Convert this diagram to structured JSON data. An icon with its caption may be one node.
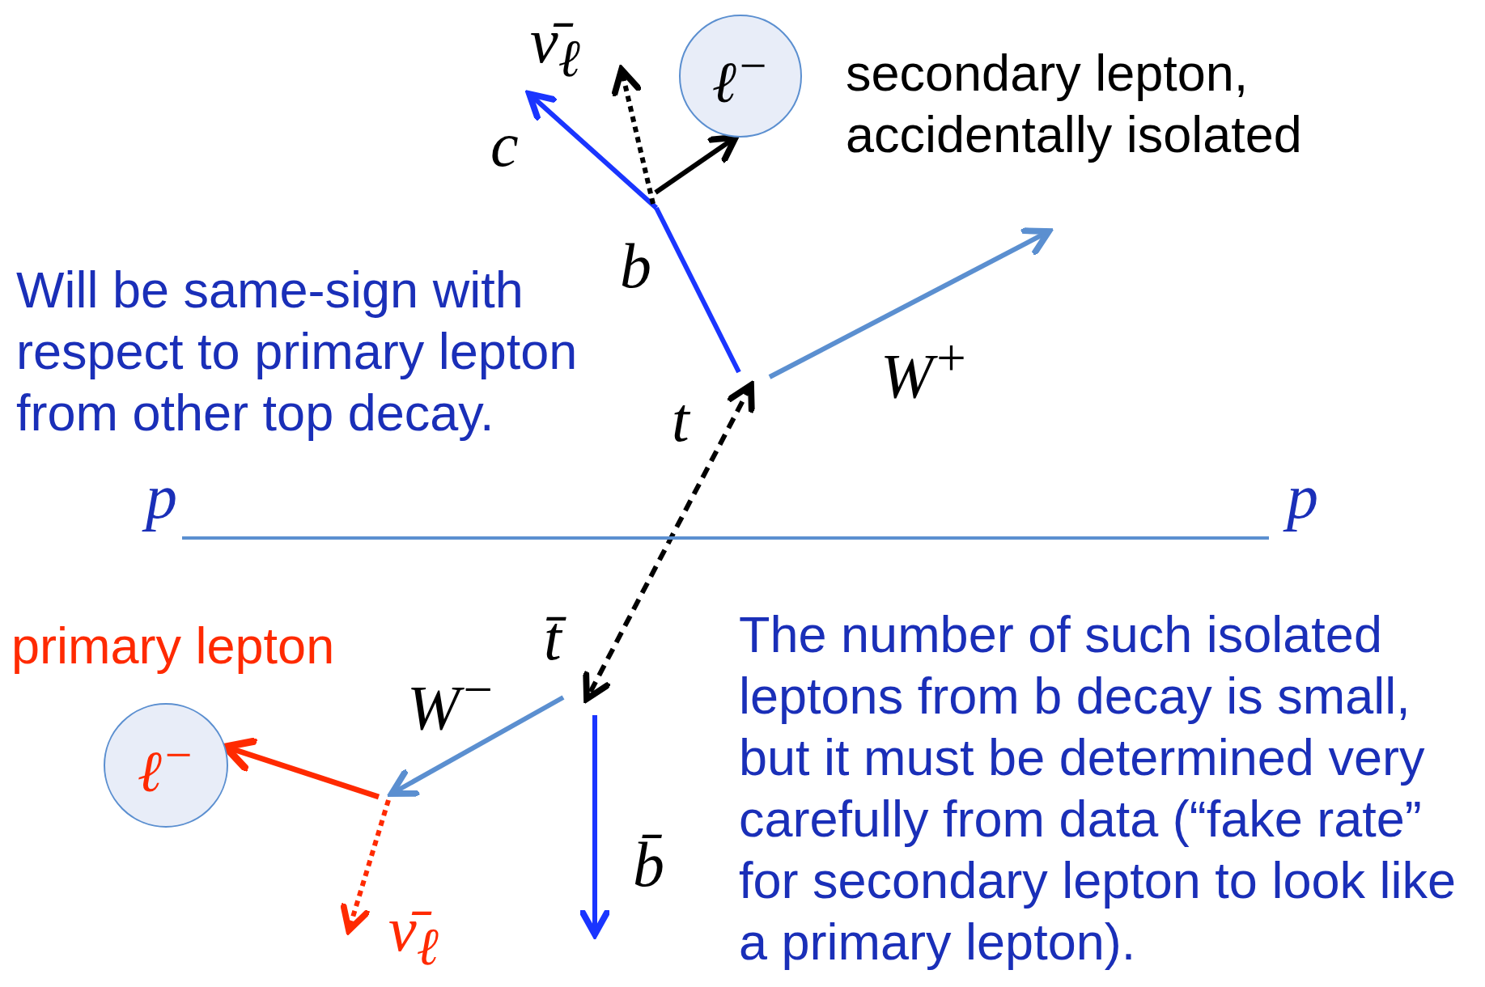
{
  "diagram": {
    "nodes": [
      {
        "text": [
          "ℓ$^{−}$"
        ]
      },
      {
        "text": [
          "ℓ$^{−}$"
        ]
      }
    ],
    "edges": [
      {
        "from": null,
        "to": 0,
        "arrow": "to"
      },
      {
        "from": null,
        "to": 1,
        "arrow": "to",
        "color": "#ff2a00"
      }
    ],
    "labels": [
      "ν̄$_{ℓ}$",
      "secondary lepton, accidentally isolated",
      "c",
      "b",
      "Will be same-sign with respect to primary lepton from other top decay.",
      "W$^{+}$",
      "t",
      "p",
      "p",
      "primary lepton",
      "t̄",
      "W$^{−}$",
      "The number of such isolated leptons from b decay is small, but it must be determined very carefully from data (“fake rate” for secondary lepton to look like a primary lepton).",
      "b̄",
      "ν̄$_{ℓ}$"
    ]
  }
}
